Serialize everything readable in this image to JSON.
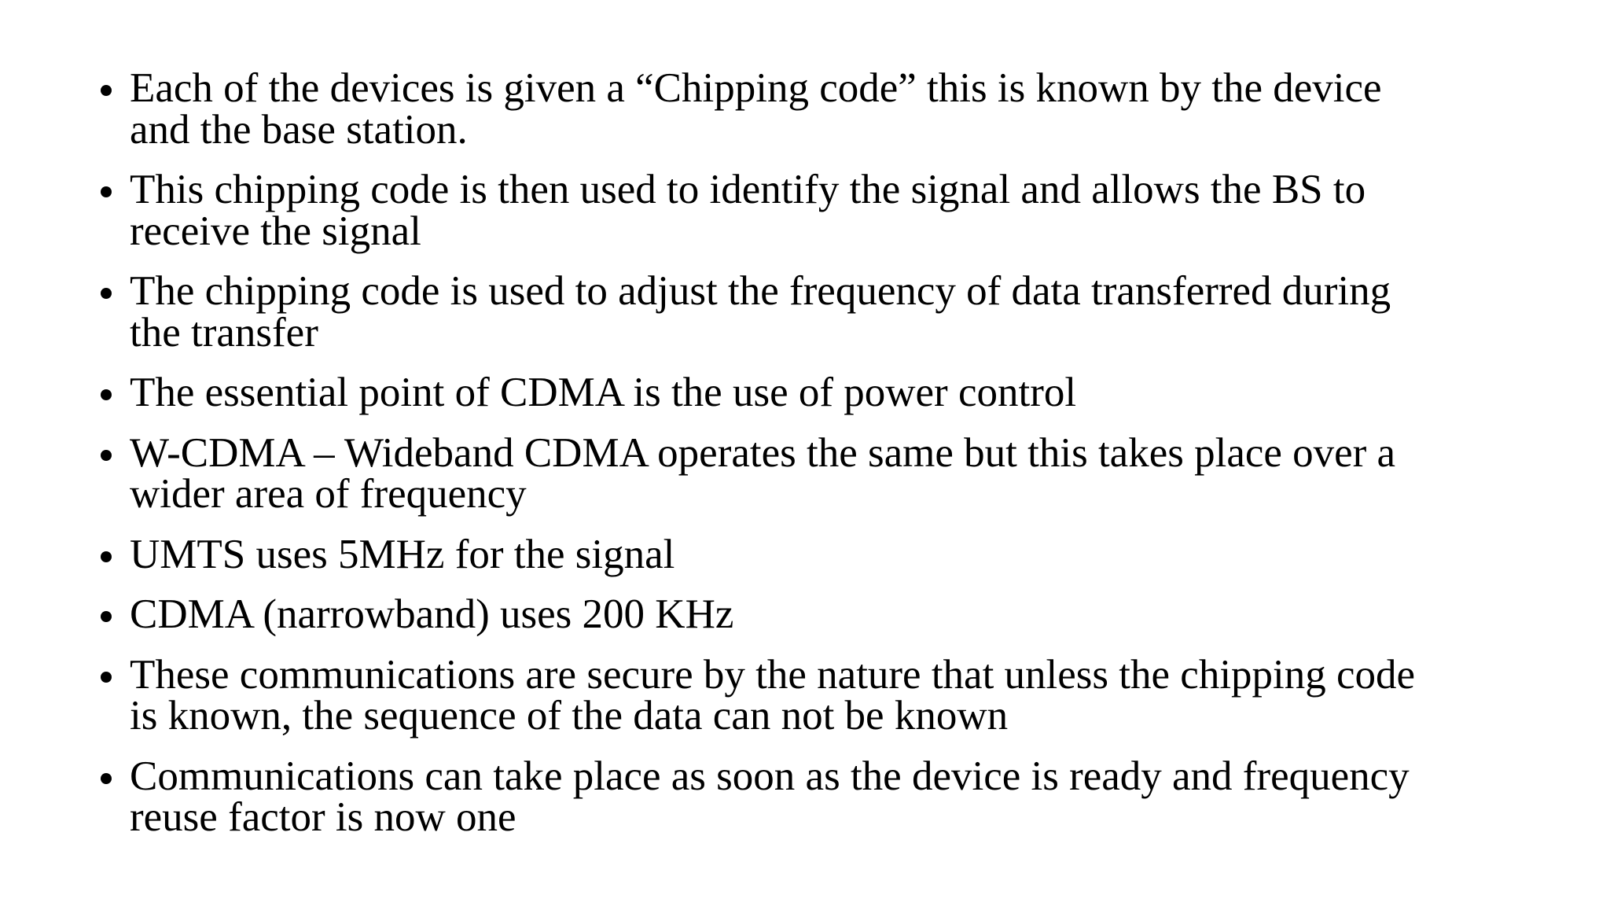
{
  "slide": {
    "bullets": [
      {
        "lines": [
          "Each of the devices is given a “Chipping code” this is known by the device",
          "and the base station."
        ]
      },
      {
        "lines": [
          "This chipping code is then used to identify the signal and allows the BS to",
          "receive the signal"
        ]
      },
      {
        "lines": [
          "The chipping code is used to adjust the frequency of data transferred during",
          "the transfer"
        ]
      },
      {
        "lines": [
          "The essential point of CDMA is the use of power control"
        ]
      },
      {
        "lines": [
          "W-CDMA – Wideband CDMA operates the same but this takes place over a",
          "wider area of frequency"
        ]
      },
      {
        "lines": [
          "UMTS uses 5MHz for the signal"
        ]
      },
      {
        "lines": [
          "CDMA (narrowband) uses 200 KHz"
        ]
      },
      {
        "lines": [
          "These communications are secure by the nature that unless the chipping code",
          "is known, the sequence of the data can not be known"
        ]
      },
      {
        "lines": [
          "Communications can take place as soon as the device is ready and frequency",
          "reuse factor is now one"
        ]
      }
    ],
    "bullet_icon": "filled-circle-bullet",
    "colors": {
      "background": "#ffffff",
      "text": "#000000"
    }
  }
}
